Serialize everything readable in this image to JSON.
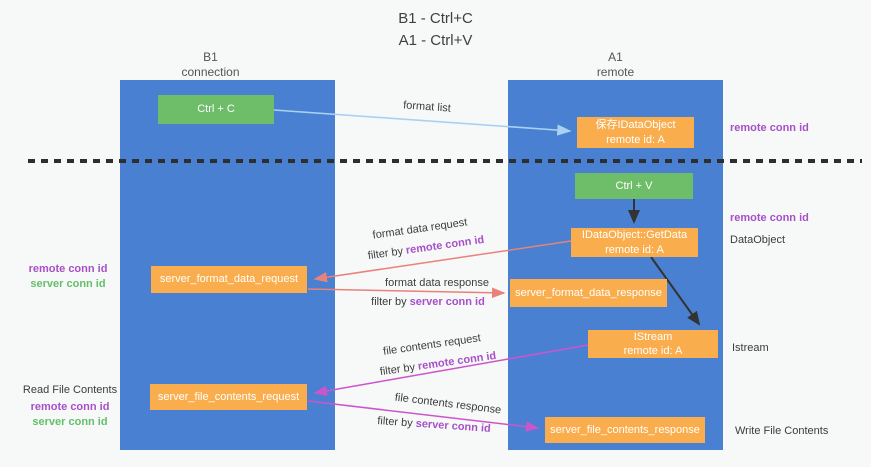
{
  "title": {
    "line1": "B1 - Ctrl+C",
    "line2": "A1 - Ctrl+V"
  },
  "lanes": {
    "left": {
      "title": "B1",
      "subtitle": "connection"
    },
    "right": {
      "title": "A1",
      "subtitle": "remote"
    }
  },
  "nodes": {
    "ctrl_c": {
      "label": "Ctrl + C"
    },
    "ctrl_v": {
      "label": "Ctrl + V"
    },
    "save_idataobject": {
      "line1": "保存IDataObject",
      "line2": "remote id: A"
    },
    "getdata": {
      "line1": "IDataObject::GetData",
      "line2": "remote id: A"
    },
    "istream": {
      "line1": "IStream",
      "line2": "remote id: A"
    },
    "server_format_data_request": {
      "label": "server_format_data_request"
    },
    "server_format_data_response": {
      "label": "server_format_data_response"
    },
    "server_file_contents_request": {
      "label": "server_file_contents_request"
    },
    "server_file_contents_response": {
      "label": "server_file_contents_response"
    }
  },
  "edges": {
    "format_list": "format list",
    "format_data_request": "format data request",
    "format_data_response": "format data response",
    "file_contents_request": "file contents request",
    "file_contents_response": "file contents response",
    "filter_by": "filter by",
    "remote_conn_id": "remote conn id",
    "server_conn_id": "server conn id"
  },
  "side_labels": {
    "remote_conn_id_top_right": "remote conn id",
    "remote_conn_id_mid_right": "remote conn id",
    "dataobject": "DataObject",
    "istream": "Istream",
    "write_file_contents": "Write File Contents",
    "remote_conn_id_left": "remote conn id",
    "server_conn_id_left": "server conn id",
    "read_file_contents": "Read File Contents",
    "remote_conn_id_bottom_left": "remote conn id",
    "server_conn_id_bottom_left": "server conn id"
  },
  "colors": {
    "lane_blue": "#4a80d2",
    "box_orange": "#f9ad4c",
    "box_green": "#6ebd68",
    "arrow_light_blue": "#a9d2f2",
    "arrow_salmon": "#e8827a",
    "arrow_magenta": "#cc55cc",
    "arrow_black": "#333333",
    "text_purple": "#a750c8",
    "text_green": "#64bf6a"
  }
}
